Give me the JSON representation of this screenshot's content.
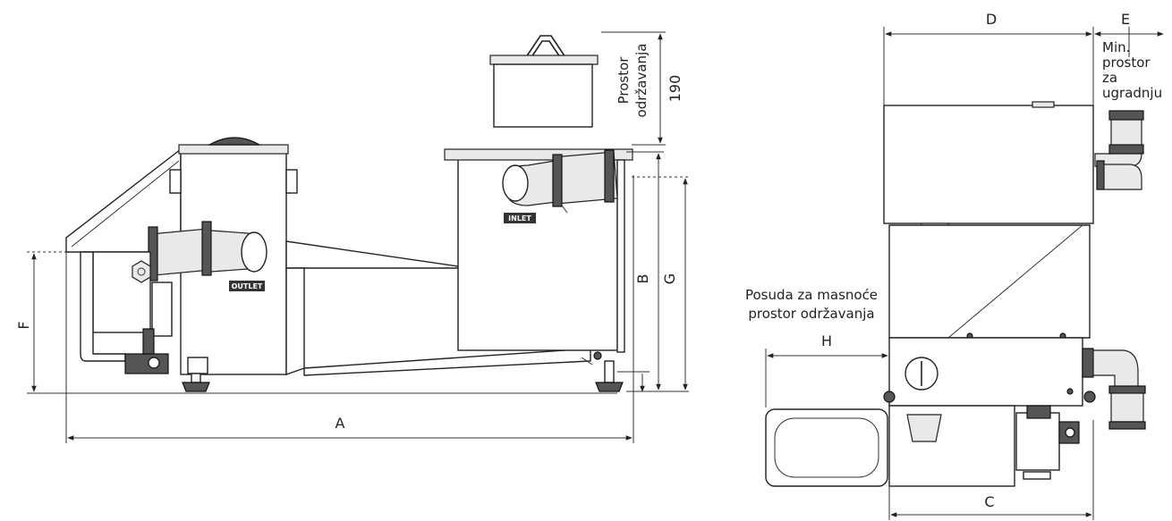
{
  "dimensions": {
    "A": "A",
    "B": "B",
    "C": "C",
    "D": "D",
    "E": "E",
    "F": "F",
    "G": "G",
    "H": "H",
    "height_190": "190"
  },
  "labels": {
    "maintenance_space_line1": "Prostor",
    "maintenance_space_line2": "održavanja",
    "min_space_line1": "Min.",
    "min_space_line2": "prostor",
    "min_space_line3": "za",
    "min_space_line4": "ugradnju",
    "grease_container_line1": "Posuda za masnoće",
    "grease_container_line2": "prostor održavanja",
    "outlet_stamp": "OUTLET",
    "inlet_stamp": "INLET"
  }
}
